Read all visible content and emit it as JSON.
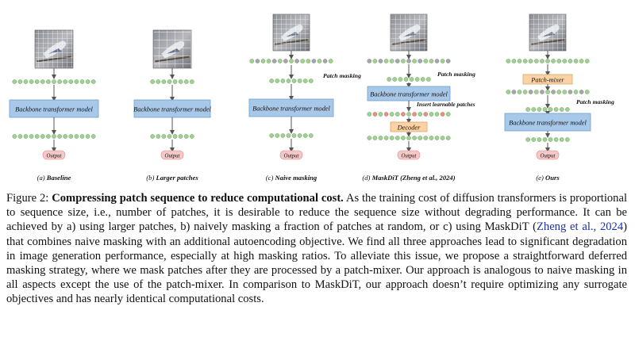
{
  "colors": {
    "token_green": "#9ed38f",
    "token_gray": "#a9a3ad",
    "token_red": "#f08a8a",
    "backbone_fill": "#a8c8ea",
    "backbone_stroke": "#6f9ecf",
    "output_fill": "#f6c7c7",
    "mixer_fill": "#fbd2a3",
    "citation": "#1a2fb0"
  },
  "panels": [
    {
      "letter": "(a)",
      "name": "Baseline"
    },
    {
      "letter": "(b)",
      "name": "Larger patches"
    },
    {
      "letter": "(c)",
      "name": "Naive masking"
    },
    {
      "letter": "(d)",
      "name": "MaskDiT (Zheng et al., 2024)"
    },
    {
      "letter": "(e)",
      "name": "Ours"
    }
  ],
  "labels": {
    "backbone": "Backbone transformer model",
    "output": "Output",
    "patch_masking": "Patch masking",
    "insert_learnable": "Insert learnable patches",
    "decoder": "Decoder",
    "patch_mixer": "Patch-mixer"
  },
  "caption": {
    "label": "Figure 2:",
    "title": "Compressing patch sequence to reduce computational cost.",
    "text1": "As the training cost of diffusion transformers is proportional to sequence size, i.e., number of patches, it is desirable to reduce the sequence size without degrading performance. It can be achieved by a) using larger patches, b) naively masking a fraction of patches at random, or c) using MaskDiT (",
    "citation": "Zheng et al., 2024",
    "text2": ") that combines naive masking with an additional autoencoding objective. We find all three approaches lead to significant degradation in image generation performance, especially at high masking ratios. To alleviate this issue, we propose a straightforward deferred masking strategy, where we mask patches after they are processed by a patch-mixer. Our approach is analogous to naive masking in all aspects except the use of the patch-mixer. In comparison to MaskDiT, our approach doesn’t require optimizing any surrogate objectives and has nearly identical computational costs."
  }
}
